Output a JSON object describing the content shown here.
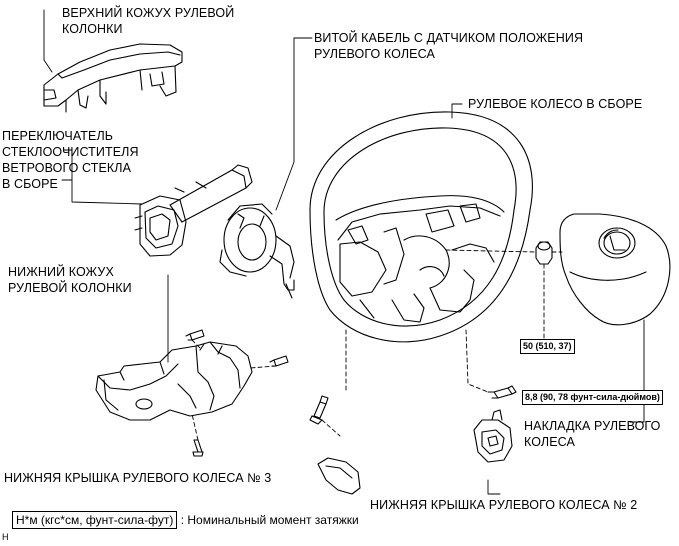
{
  "labels": {
    "upper_cover": [
      "ВЕРХНИЙ КОЖУХ РУЛЕВОЙ",
      "КОЛОНКИ"
    ],
    "spiral_cable": [
      "ВИТОЙ КАБЕЛЬ С ДАТЧИКОМ ПОЛОЖЕНИЯ",
      "РУЛЕВОГО КОЛЕСА"
    ],
    "steering_wheel": "РУЛЕВОЕ КОЛЕСО В СБОРЕ",
    "wiper_switch": [
      "ПЕРЕКЛЮЧАТЕЛЬ",
      "СТЕКЛООЧИСТИТЕЛЯ",
      "ВЕТРОВОГО СТЕКЛА",
      "В СБОРЕ"
    ],
    "lower_cover": [
      "НИЖНИЙ КОЖУХ",
      "РУЛЕВОЙ КОЛОНКИ"
    ],
    "pad": [
      "НАКЛАДКА РУЛЕВОГО",
      "КОЛЕСА"
    ],
    "lower_no3": "НИЖНЯЯ КРЫШКА РУЛЕВОГО КОЛЕСА № 3",
    "lower_no2": "НИЖНЯЯ КРЫШКА РУЛЕВОГО КОЛЕСА № 2"
  },
  "torque": {
    "nut": "50 (510, 37)",
    "screw": "8,8 (90, 78 фунт-сила-дюймов)"
  },
  "legend": {
    "unit": "Н*м (кгс*см, фунт-сила-фут)",
    "text": ": Номинальный момент затяжки"
  },
  "footer": "H"
}
